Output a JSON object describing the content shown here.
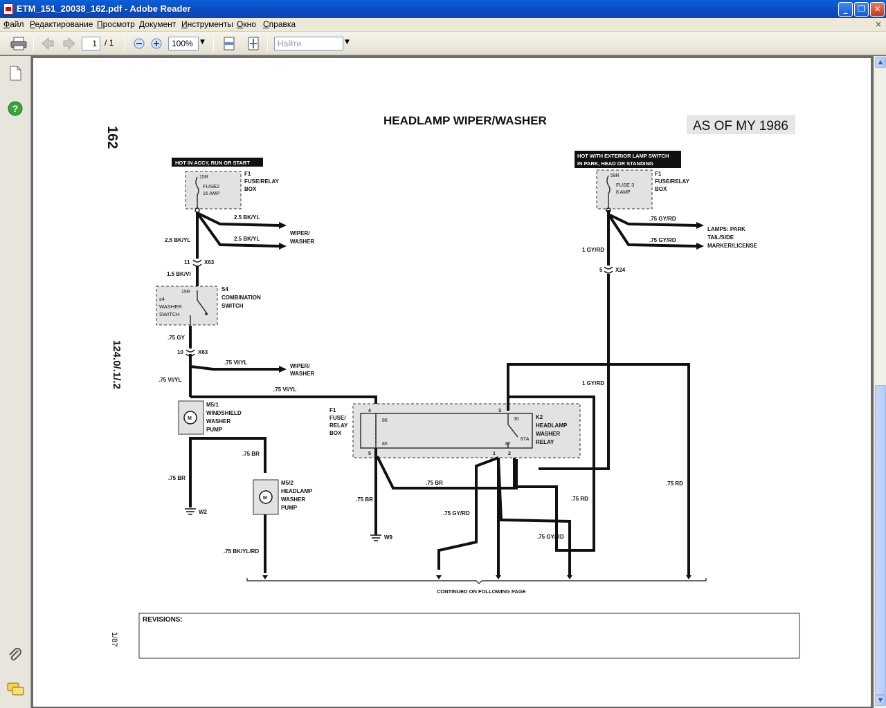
{
  "window": {
    "title": "ETM_151_20038_162.pdf - Adobe Reader",
    "minimize": "_",
    "maximize": "❐",
    "close": "✕"
  },
  "menu": {
    "items": [
      "Файл",
      "Редактирование",
      "Просмотр",
      "Документ",
      "Инструменты",
      "Окно",
      "Справка"
    ],
    "close": "×"
  },
  "toolbar": {
    "page_current": "1",
    "page_total": "/ 1",
    "zoom": "100%",
    "search_placeholder": "Найти"
  },
  "colors": {
    "titlebar": "#0b4fc4",
    "help_icon": "#3aa33a"
  },
  "diagram": {
    "title": "HEADLAMP WIPER/WASHER",
    "as_of": "AS OF MY 1986",
    "page_number": "162",
    "side_code": "124.0/.1/.2",
    "footer_code": "1/87",
    "hot_left": "HOT IN ACCY, RUN OR START",
    "hot_right_1": "HOT WITH EXTERIOR LAMP SWITCH",
    "hot_right_2": "IN PARK, HEAD OR STANDING",
    "fuse2": {
      "top": "15R",
      "name": "FUSE2",
      "rating": "16 AMP"
    },
    "fuse3": {
      "top": "58R",
      "name": "FUSE 3",
      "rating": "8 AMP"
    },
    "f1_left": [
      "F1",
      "FUSE/RELAY",
      "BOX"
    ],
    "f1_right": [
      "F1",
      "FUSE/RELAY",
      "BOX"
    ],
    "f1_mid": [
      "F1",
      "FUSE/",
      "RELAY",
      "BOX"
    ],
    "s4_left": [
      "s4",
      "WASHER",
      "SWITCH"
    ],
    "s4_right": [
      "S4",
      "COMBINATION",
      "SWITCH"
    ],
    "s4_pin": "15R",
    "m51": [
      "M5/1",
      "WINDSHIELD",
      "WASHER",
      "PUMP"
    ],
    "m52": [
      "M5/2",
      "HEADLAMP",
      "WASHER",
      "PUMP"
    ],
    "k2": [
      "K2",
      "HEADLAMP",
      "WASHER",
      "RELAY"
    ],
    "wires": {
      "bkyl_25a": "2.5 BK/YL",
      "bkyl_25b": "2.5 BK/YL",
      "bkyl_25c": "2.5 BK/YL",
      "wiper_washer_1": "WIPER/",
      "wiper_washer_2": "WASHER",
      "pin11": "11",
      "x63a": "X63",
      "bkvi": "1.5 BK/VI",
      "gy75": ".75 GY",
      "pin10": "10",
      "x63b": "X63",
      "viyl_a": ".75 VI/YL",
      "viyl_b": ".75 VI/YL",
      "viyl_c": ".75 VI/YL",
      "wiper_washer_3": "WIPER/",
      "wiper_washer_4": "WASHER",
      "br_a": ".75 BR",
      "br_b": ".75 BR",
      "br_c": ".75 BR",
      "br_d": ".75 BR",
      "w2": "W2",
      "w9": "W9",
      "bkylrd": ".75 BK/YL/RD",
      "gyrd_a": ".75 GY/RD",
      "gyrd_b": ".75 GY/RD",
      "gyrd_c": ".75 GY/RD",
      "gyrd_d": ".75 GY/RD",
      "lamps_1": "LAMPS: PARK",
      "lamps_2": "TAIL/SIDE",
      "lamps_3": "MARKER/LICENSE",
      "gyrd_1a": "1 GY/RD",
      "gyrd_1b": "1 GY/RD",
      "pin5": "5",
      "x24": "X24",
      "rd_a": ".75 RD",
      "rd_b": ".75 RD",
      "p4": "4",
      "p86": "86",
      "p85": "85",
      "p5": "5",
      "p3": "3",
      "p30": "30",
      "p87": "87",
      "p87a": "87A",
      "p1": "1",
      "p2": "2"
    },
    "continued": "CONTINUED ON FOLLOWING PAGE",
    "revisions": "REVISIONS:"
  }
}
